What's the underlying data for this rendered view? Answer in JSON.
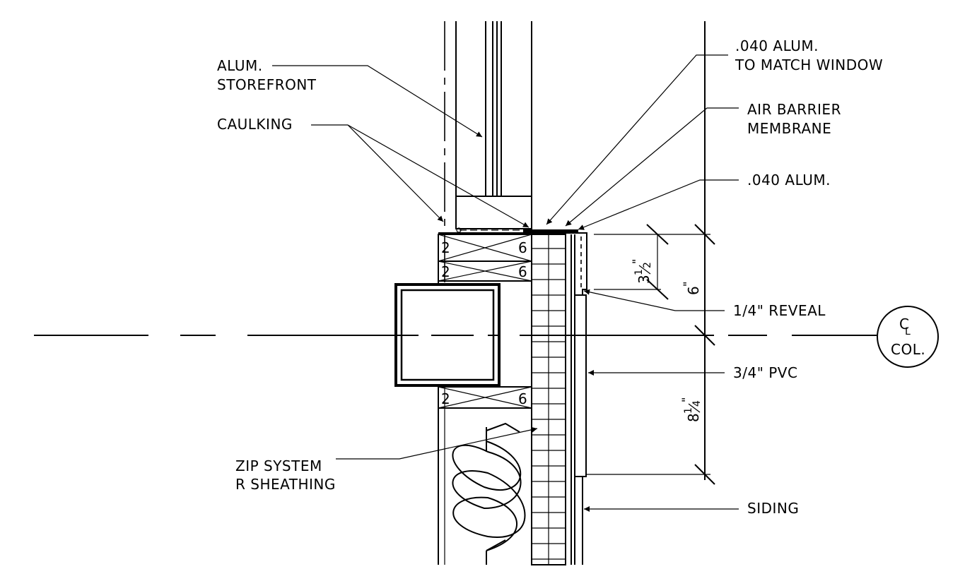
{
  "labels": {
    "storefront": [
      "ALUM.",
      "STOREFRONT"
    ],
    "caulking": "CAULKING",
    "alum_match": [
      ".040 ALUM.",
      "TO MATCH WINDOW"
    ],
    "air_barrier": [
      "AIR BARRIER",
      "MEMBRANE"
    ],
    "alum": ".040 ALUM.",
    "reveal": "1/4\" REVEAL",
    "pvc": "3/4\" PVC",
    "siding": "SIDING",
    "zip": [
      "ZIP SYSTEM",
      "R SHEATHING"
    ]
  },
  "column_marker": {
    "symbol": "C",
    "sub": "L",
    "text": "COL."
  },
  "lumber": [
    {
      "left": "2",
      "right": "6"
    },
    {
      "left": "2",
      "right": "6"
    },
    {
      "left": "2",
      "right": "6"
    }
  ],
  "dimensions": {
    "d1": {
      "whole": "3",
      "num": "1",
      "den": "2",
      "unit": "\""
    },
    "d2": {
      "whole": "6",
      "unit": "\""
    },
    "d3": {
      "whole": "8",
      "num": "1",
      "den": "4",
      "unit": "\""
    }
  }
}
